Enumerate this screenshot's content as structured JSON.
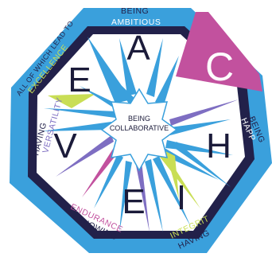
{
  "colors": {
    "outer_frame": "#3aa0dc",
    "inner_frame": "#22214a",
    "accent_magenta": "#c2519e",
    "accent_lime": "#c9de55",
    "accent_violet": "#7e6ec2",
    "text_white": "#ffffff",
    "text_navy": "#1b1b3a"
  },
  "values": {
    "being_ambitious": {
      "line1": "BEING",
      "line2": "AMBITIOUS",
      "letter": "A"
    },
    "being_happy": {
      "line1": "BEING",
      "line2": "HAPPY",
      "letter": "H"
    },
    "having_integrity": {
      "line1": "HAVING",
      "line2": "INTEGRITY",
      "letter": "I"
    },
    "showing_endurance": {
      "line1": "SHOWING",
      "line2": "ENDURANCE",
      "letter": "E"
    },
    "having_versatility": {
      "line1": "HAVING",
      "line2": "VERSATILITY",
      "letter": "V"
    },
    "all_lead_to_excellence": {
      "line1": "ALL OF WHICH LEAD TO",
      "line2": "EXCELLENCE",
      "letter": "E"
    },
    "collaborative": {
      "line1": "BEING",
      "line2": "COLLABORATIVE",
      "letter": "C"
    }
  }
}
